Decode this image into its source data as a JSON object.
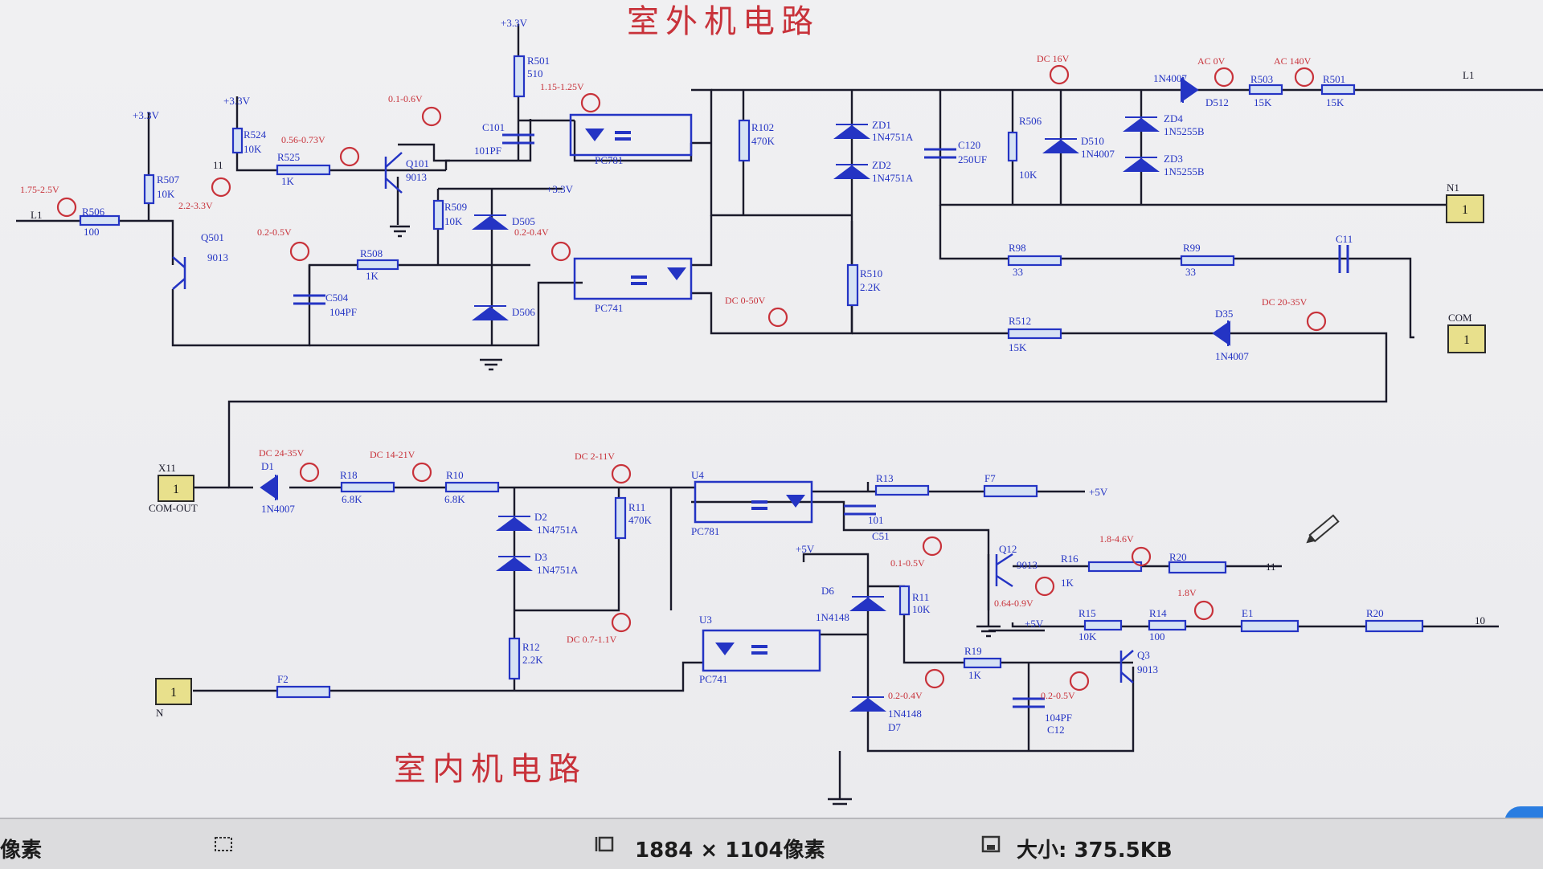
{
  "titles": {
    "outdoor": "室外机电路",
    "indoor": "室内机电路"
  },
  "supplies": {
    "s1": "+3.3V",
    "s2": "+3.3V",
    "s3": "+3.3V",
    "s4": "+3.3V",
    "s5": "+5V",
    "s6": "+5V",
    "s7": "+5V"
  },
  "components": {
    "R506": {
      "ref": "R506",
      "val": "100"
    },
    "R507": {
      "ref": "R507",
      "val": "10K"
    },
    "R524": {
      "ref": "R524",
      "val": "10K"
    },
    "R525": {
      "ref": "R525",
      "val": "1K"
    },
    "R501": {
      "ref": "R501",
      "val": "510"
    },
    "R509": {
      "ref": "R509",
      "val": "10K"
    },
    "R508": {
      "ref": "R508",
      "val": "1K"
    },
    "Q501": {
      "ref": "Q501",
      "val": "9013"
    },
    "Q101": {
      "ref": "Q101",
      "val": "9013"
    },
    "C101": {
      "ref": "C101",
      "val": "101PF"
    },
    "C504": {
      "ref": "C504",
      "val": "104PF"
    },
    "D505": {
      "ref": "D505",
      "val": ""
    },
    "D506": {
      "ref": "D506",
      "val": ""
    },
    "PC781": {
      "ref": "PC781",
      "val": ""
    },
    "PC741": {
      "ref": "PC741",
      "val": ""
    },
    "R102": {
      "ref": "R102",
      "val": "470K"
    },
    "ZD1": {
      "ref": "ZD1",
      "val": "1N4751A"
    },
    "ZD2": {
      "ref": "ZD2",
      "val": "1N4751A"
    },
    "C120": {
      "ref": "C120",
      "val": "250UF"
    },
    "R506b": {
      "ref": "R506",
      "val": "10K"
    },
    "D510": {
      "ref": "D510",
      "val": "1N4007"
    },
    "ZD4": {
      "ref": "ZD4",
      "val": "1N5255B"
    },
    "ZD3": {
      "ref": "ZD3",
      "val": "1N5255B"
    },
    "D512": {
      "ref": "D512",
      "val": "1N4007"
    },
    "R503": {
      "ref": "R503",
      "val": "15K"
    },
    "R501b": {
      "ref": "R501",
      "val": "15K"
    },
    "R510": {
      "ref": "R510",
      "val": "2.2K"
    },
    "R98": {
      "ref": "R98",
      "val": "33"
    },
    "R99": {
      "ref": "R99",
      "val": "33"
    },
    "C11": {
      "ref": "C11",
      "val": ""
    },
    "R512": {
      "ref": "R512",
      "val": "15K"
    },
    "D35": {
      "ref": "D35",
      "val": "1N4007"
    },
    "D1": {
      "ref": "D1",
      "val": "1N4007"
    },
    "R18": {
      "ref": "R18",
      "val": "6.8K"
    },
    "R10": {
      "ref": "R10",
      "val": "6.8K"
    },
    "D2": {
      "ref": "D2",
      "val": "1N4751A"
    },
    "D3": {
      "ref": "D3",
      "val": "1N4751A"
    },
    "R11": {
      "ref": "R11",
      "val": "470K"
    },
    "R12": {
      "ref": "R12",
      "val": "2.2K"
    },
    "U4": {
      "ref": "U4",
      "val": "PC781"
    },
    "U3": {
      "ref": "U3",
      "val": "PC741"
    },
    "R13": {
      "ref": "R13",
      "val": ""
    },
    "F7": {
      "ref": "F7",
      "val": ""
    },
    "C51": {
      "ref": "C51",
      "val": "101"
    },
    "Q12": {
      "ref": "Q12",
      "val": "9013"
    },
    "R16": {
      "ref": "R16",
      "val": "1K"
    },
    "R20": {
      "ref": "R20",
      "val": ""
    },
    "D6": {
      "ref": "D6",
      "val": "1N4148"
    },
    "R11b": {
      "ref": "R11",
      "val": "10K"
    },
    "R15": {
      "ref": "R15",
      "val": "10K"
    },
    "R14": {
      "ref": "R14",
      "val": "100"
    },
    "E1": {
      "ref": "E1",
      "val": ""
    },
    "R19": {
      "ref": "R19",
      "val": "1K"
    },
    "C12": {
      "ref": "C12",
      "val": "104PF"
    },
    "D7": {
      "ref": "D7",
      "val": "1N4148"
    },
    "Q3": {
      "ref": "Q3",
      "val": "9013"
    },
    "R20b": {
      "ref": "R20",
      "val": ""
    },
    "F2": {
      "ref": "F2",
      "val": ""
    }
  },
  "voltages": {
    "v1": "1.75-2.5V",
    "v2": "2.2-3.3V",
    "v3": "0.56-0.73V",
    "v4": "0.1-0.6V",
    "v5": "1.15-1.25V",
    "v6": "0.2-0.5V",
    "v7": "0.2-0.4V",
    "v8": "DC 0-50V",
    "v9": "DC 16V",
    "v10": "AC 0V",
    "v11": "AC 140V",
    "v12": "DC 20-35V",
    "v13": "DC 24-35V",
    "v14": "DC 14-21V",
    "v15": "DC 2-11V",
    "v16": "DC 0.7-1.1V",
    "v17": "0.1-0.5V",
    "v18": "1.8-4.6V",
    "v19": "0.64-0.9V",
    "v20": "0.2-0.4V",
    "v21": "0.2-0.5V",
    "v22": "1.8V"
  },
  "connectors": {
    "n1": "N1",
    "com": "COM",
    "x11": "X11",
    "comout": "COM-OUT",
    "n": "N"
  },
  "pins": {
    "l1": "L1",
    "l2": "L1",
    "l3": "11",
    "l4": "10",
    "l5": "11"
  },
  "statusbar": {
    "left_text": "像素",
    "dimensions": "1884 × 1104像素",
    "size": "大小: 375.5KB"
  },
  "colors": {
    "wire": "#1a1a2a",
    "component": "#2434c4",
    "title": "#c8323a",
    "connector": "#e8e08c"
  }
}
